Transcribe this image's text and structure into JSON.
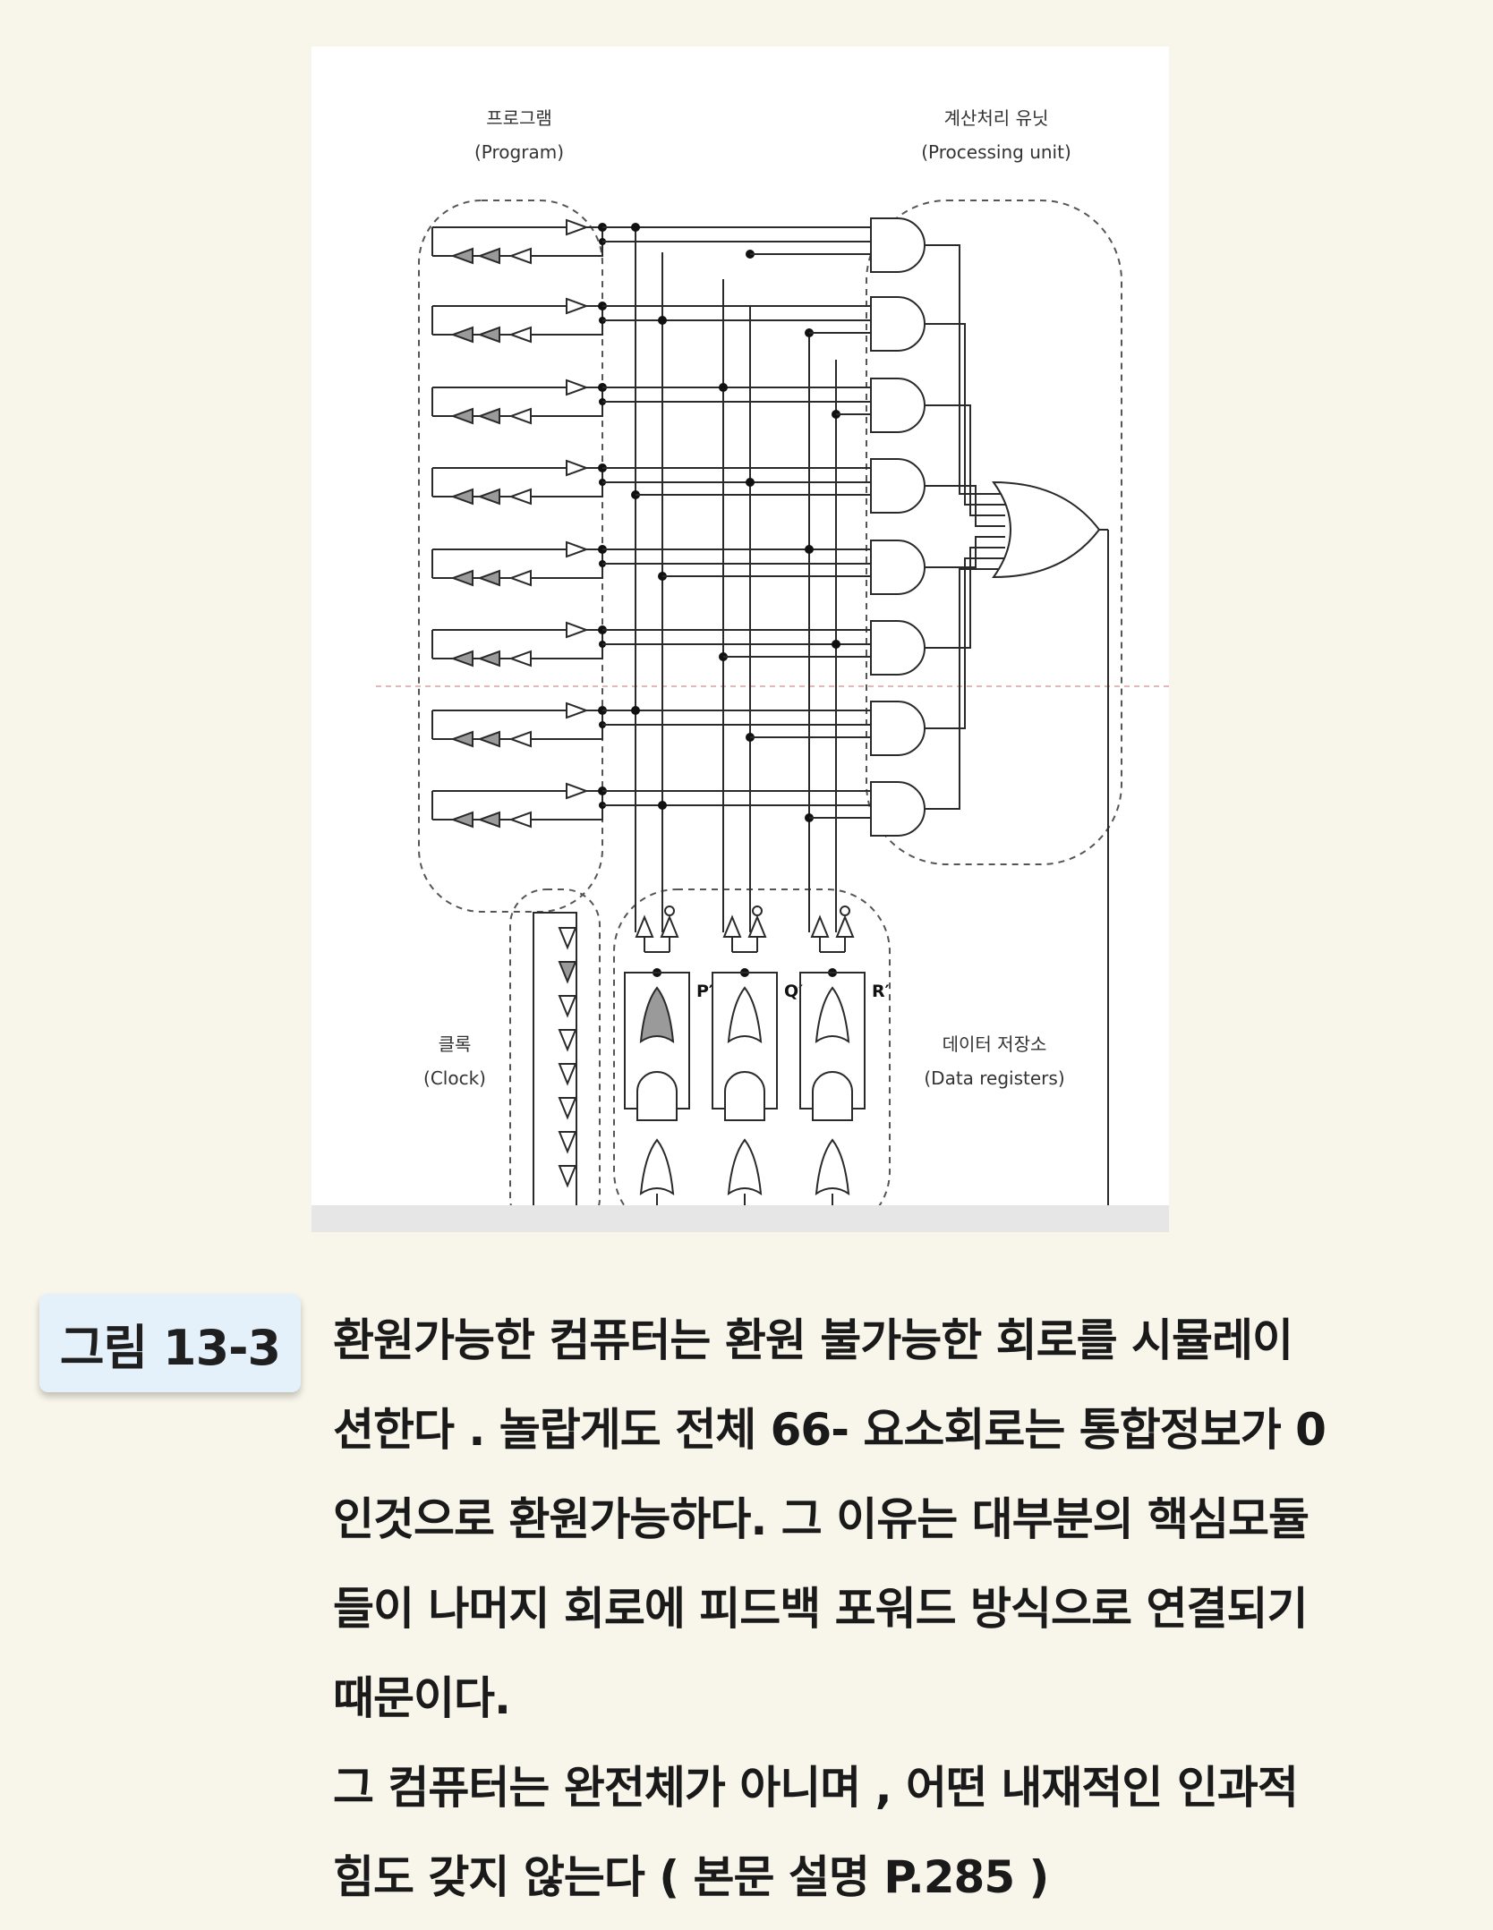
{
  "figure": {
    "program_label_ko": "프로그램",
    "program_label_en": "(Program)",
    "processing_label_ko": "계산처리 유닛",
    "processing_label_en": "(Processing unit)",
    "clock_label_ko": "클록",
    "clock_label_en": "(Clock)",
    "data_label_ko": "데이터 저장소",
    "data_label_en": "(Data registers)",
    "register_labels": [
      "P′",
      "Q′",
      "R′"
    ]
  },
  "caption": {
    "badge": "그림 13-3",
    "line1": "환원가능한 컴퓨터는 환원 불가능한 회로를 시뮬레이",
    "line2": "션한다 . 놀랍게도 전체 66- 요소회로는 통합정보가 0",
    "line3": "인것으로 환원가능하다. 그 이유는 대부분의 핵심모듈",
    "line4": "들이 나머지 회로에 피드백 포워드 방식으로 연결되기",
    "line5": "때문이다.",
    "line6": "그 컴퓨터는 완전체가 아니며 , 어떤 내재적인 인과적",
    "line7": "힘도 갖지 않는다 ( 본문 설명 P.285 )"
  }
}
